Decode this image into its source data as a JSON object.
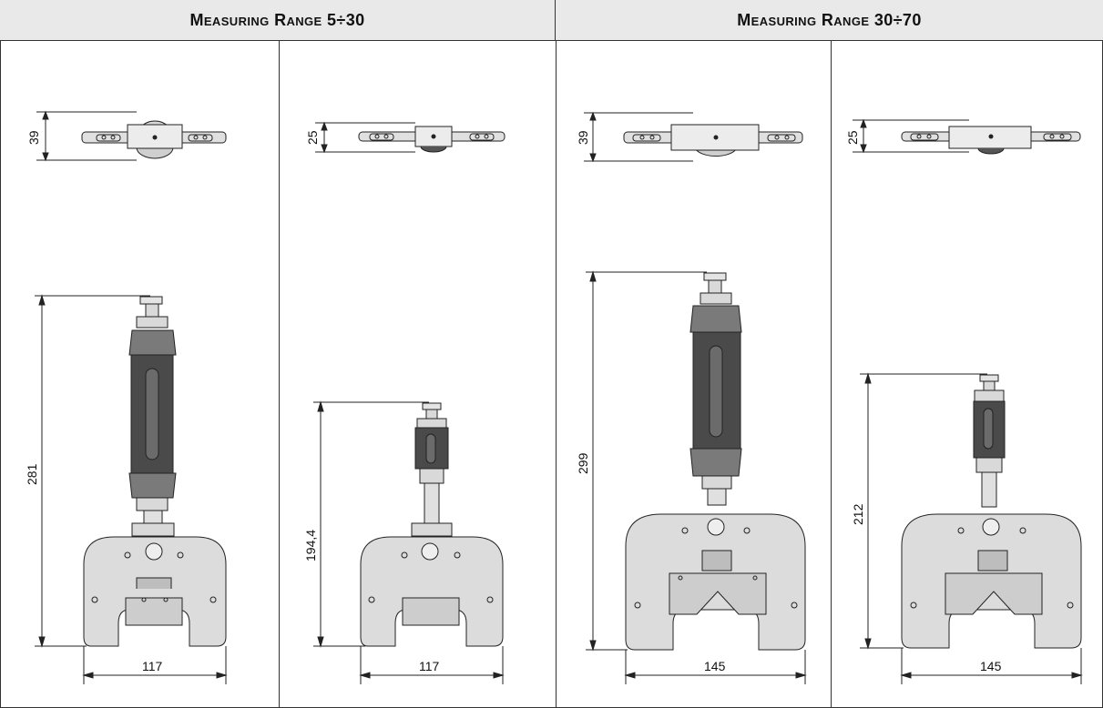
{
  "headers": {
    "left": "Measuring Range 5÷30",
    "right": "Measuring Range 30÷70"
  },
  "panels": [
    {
      "top_dim": "39",
      "height_dim": "281",
      "width_dim": "117"
    },
    {
      "top_dim": "25",
      "height_dim": "194,4",
      "width_dim": "117"
    },
    {
      "top_dim": "39",
      "height_dim": "299",
      "width_dim": "145"
    },
    {
      "top_dim": "25",
      "height_dim": "212",
      "width_dim": "145"
    }
  ],
  "colors": {
    "line": "#222222",
    "metal": "#d9d9d9",
    "grip": "#4a4a4a",
    "header": "#e9e9e9"
  }
}
